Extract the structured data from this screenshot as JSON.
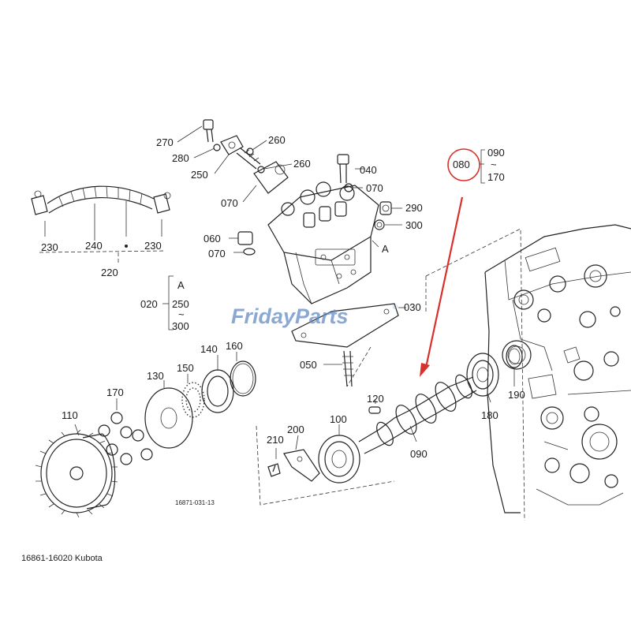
{
  "watermark": {
    "brand": "FridayParts",
    "registered": "®",
    "color": "#5f87c3"
  },
  "highlight": {
    "color": "#d9302c"
  },
  "drawing_code": "16871-031-13",
  "caption": "16861-16020 Kubota",
  "labels": {
    "p270": "270",
    "p280": "280",
    "p260a": "260",
    "p250": "250",
    "p260b": "260",
    "p070a": "070",
    "p040": "040",
    "p070b": "070",
    "p290": "290",
    "p300": "300",
    "p060": "060",
    "p070c": "070",
    "pA1": "A",
    "p230a": "230",
    "p240": "240",
    "p230b": "230",
    "p220": "220",
    "p020": "020",
    "pA2": "A",
    "p250b": "250",
    "tilde1": "~",
    "p300b": "300",
    "p030": "030",
    "p050": "050",
    "p080": "080",
    "p090a": "090",
    "tilde2": "~",
    "p170a": "170",
    "p140": "140",
    "p160": "160",
    "p130": "130",
    "p150": "150",
    "p170b": "170",
    "p110": "110",
    "p120": "120",
    "p210": "210",
    "p200": "200",
    "p100": "100",
    "p090b": "090",
    "p180": "180",
    "p190": "190"
  }
}
